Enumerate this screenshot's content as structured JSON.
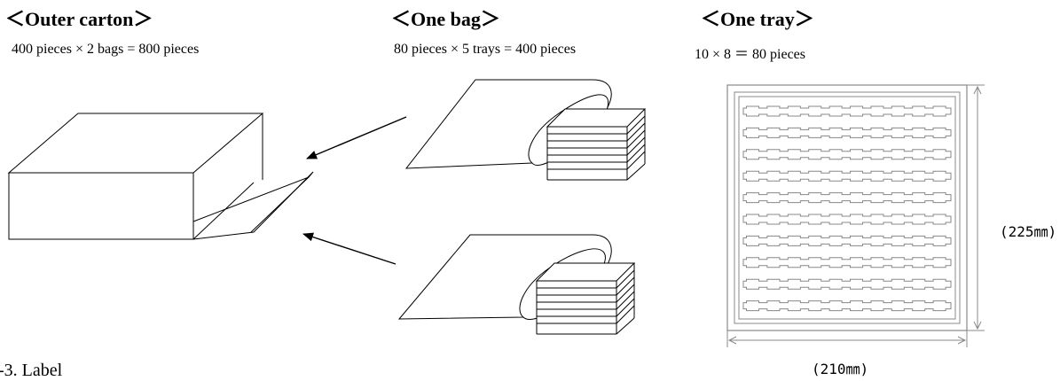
{
  "sections": {
    "outer_carton": {
      "title": "＜Outer carton＞",
      "detail": "400 pieces × 2 bags = 800 pieces"
    },
    "one_bag": {
      "title": "＜One bag＞",
      "detail": "80 pieces × 5 trays = 400 pieces"
    },
    "one_tray": {
      "title": "＜One tray＞",
      "detail": "10 × 8 ＝ 80 pieces",
      "height_dim": "(225㎜)",
      "width_dim": "(210㎜)"
    }
  },
  "footer": {
    "label": "-3. Label"
  },
  "icons": [
    "carton-icon",
    "bag-icon",
    "tray-stack-icon",
    "tray-grid-icon",
    "arrow-icon"
  ]
}
